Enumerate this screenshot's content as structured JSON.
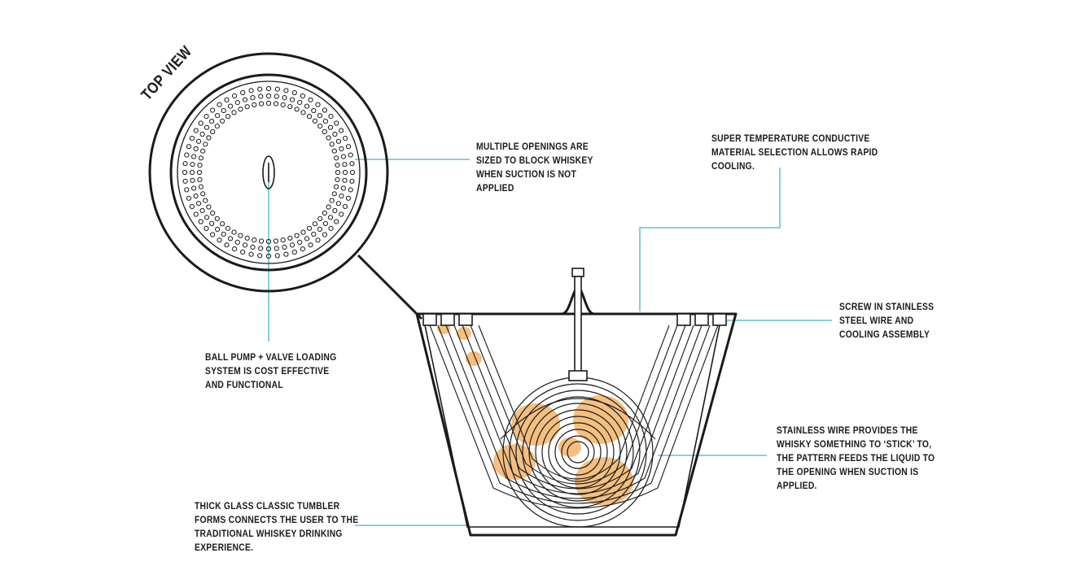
{
  "top_view": {
    "title": "TOP VIEW"
  },
  "callouts": {
    "openings": {
      "lines": [
        "MULTIPLE OPENINGS ARE",
        "SIZED TO BLOCK WHISKEY",
        "WHEN SUCTION IS NOT",
        "APPLIED"
      ]
    },
    "conductive": {
      "lines": [
        "SUPER TEMPERATURE CONDUCTIVE",
        "MATERIAL SELECTION ALLOWS RAPID",
        "COOLING."
      ]
    },
    "screw": {
      "lines": [
        "SCREW IN STAINLESS",
        "STEEL WIRE AND",
        "COOLING ASSEMBLY"
      ]
    },
    "ball_pump": {
      "lines": [
        "BALL PUMP + VALVE LOADING",
        "SYSTEM IS COST EFFECTIVE",
        "AND FUNCTIONAL"
      ]
    },
    "wire": {
      "lines": [
        "STAINLESS WIRE PROVIDES THE",
        "WHISKY SOMETHING TO ‘STICK’ TO,",
        "THE PATTERN FEEDS THE LIQUID TO",
        "THE OPENING WHEN SUCTION IS",
        "APPLIED."
      ]
    },
    "glass": {
      "lines": [
        "THICK GLASS CLASSIC TUMBLER",
        "FORMS CONNECTS THE USER TO THE",
        "TRADITIONAL WHISKEY DRINKING",
        "EXPERIENCE."
      ]
    }
  },
  "colors": {
    "stroke": "#1a1a1a",
    "leader": "#3fb6c8",
    "whiskey": "#f2b46a"
  }
}
